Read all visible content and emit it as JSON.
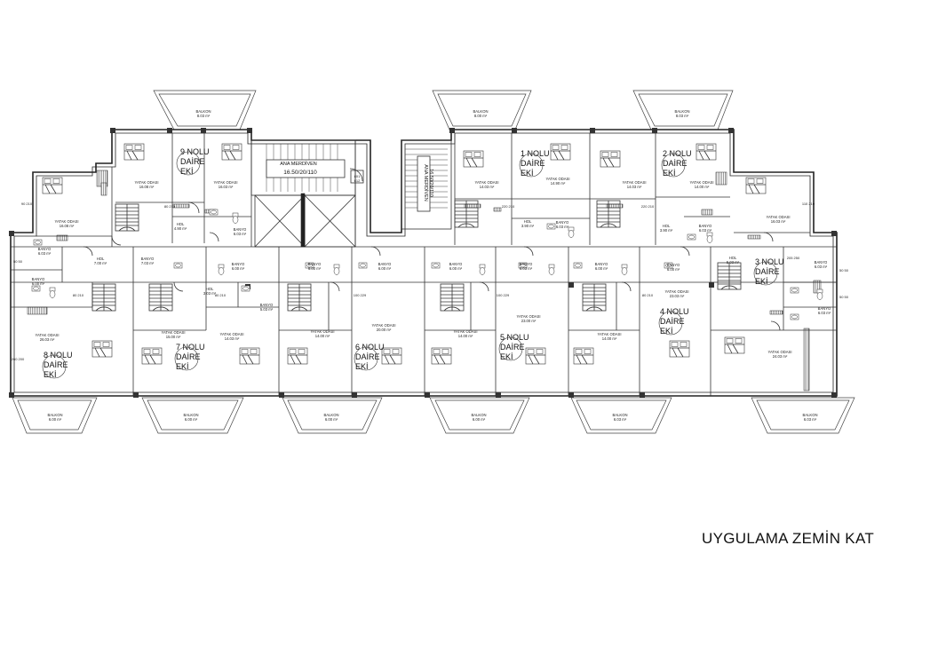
{
  "plan_title": "UYGULAMA ZEMİN KAT",
  "units": [
    {
      "id": "u9",
      "lines": [
        "9 NOLU",
        "DAİRE",
        "EKİ"
      ]
    },
    {
      "id": "u1",
      "lines": [
        "1 NOLU",
        "DAİRE",
        "EKİ"
      ]
    },
    {
      "id": "u2",
      "lines": [
        "2 NOLU",
        "DAİRE",
        "EKİ"
      ]
    },
    {
      "id": "u3",
      "lines": [
        "3 NOLU",
        "DAİRE",
        "EKİ"
      ]
    },
    {
      "id": "u4",
      "lines": [
        "4 NOLU",
        "DAİRE",
        "EKİ"
      ]
    },
    {
      "id": "u5",
      "lines": [
        "5 NOLU",
        "DAİRE",
        "EKİ"
      ]
    },
    {
      "id": "u6",
      "lines": [
        "6 NOLU",
        "DAİRE",
        "EKİ"
      ]
    },
    {
      "id": "u7",
      "lines": [
        "7 NOLU",
        "DAİRE",
        "EKİ"
      ]
    },
    {
      "id": "u8",
      "lines": [
        "8 NOLU",
        "DAİRE",
        "EKİ"
      ]
    }
  ],
  "stairs": {
    "main_label": "ANA MERDİVEN",
    "main_dims": "16.50/20/110",
    "secondary_label": "ANA MERDİVEN",
    "secondary_dims": "16.50/20/110"
  },
  "rooms": [
    {
      "name": "BALKON",
      "area": "8.03 m²"
    },
    {
      "name": "BALKON",
      "area": "8.00 m²"
    },
    {
      "name": "BALKON",
      "area": "8.03 m²"
    },
    {
      "name": "YATAK ODASI",
      "area": "16.08 m²"
    },
    {
      "name": "YATAK ODASI",
      "area": "16.03 m²"
    },
    {
      "name": "YATAK ODASI",
      "area": "14.03 m²"
    },
    {
      "name": "YATAK ODASI",
      "area": "14.90 m²"
    },
    {
      "name": "YATAK ODASI",
      "area": "14.03 m²"
    },
    {
      "name": "YATAK ODASI",
      "area": "14.00 m²"
    },
    {
      "name": "YATAK ODASI",
      "area": "16.08 m²"
    },
    {
      "name": "YATAK ODASI",
      "area": "16.03 m²"
    },
    {
      "name": "HOL",
      "area": "4.90 m²"
    },
    {
      "name": "HOL",
      "area": "3.90 m²"
    },
    {
      "name": "HOL",
      "area": "3.90 m²"
    },
    {
      "name": "BANYO",
      "area": "6.03 m²"
    },
    {
      "name": "BANYO",
      "area": "6.03 m²"
    },
    {
      "name": "BANYO",
      "area": "6.03 m²"
    },
    {
      "name": "BANYO",
      "area": "6.00 m²"
    },
    {
      "name": "BANYO",
      "area": "6.00 m²"
    },
    {
      "name": "BANYO",
      "area": "6.00 m²"
    },
    {
      "name": "BANYO",
      "area": "6.00 m²"
    },
    {
      "name": "BANYO",
      "area": "7.03 m²"
    },
    {
      "name": "BANYO",
      "area": "6.03 m²"
    },
    {
      "name": "BANYO",
      "area": "6.00 m²"
    },
    {
      "name": "BANYO",
      "area": "6.03 m²"
    },
    {
      "name": "BANYO",
      "area": "6.00 m²"
    },
    {
      "name": "BANYO",
      "area": "6.03 m²"
    },
    {
      "name": "BANYO",
      "area": "6.00 m²"
    },
    {
      "name": "HOL",
      "area": "7.00 m²"
    },
    {
      "name": "HOL",
      "area": "3.03 m²"
    },
    {
      "name": "HOL",
      "area": "5.03 m²"
    },
    {
      "name": "BANYO",
      "area": "5.03 m²"
    },
    {
      "name": "BANYO",
      "area": "6.03 m²"
    },
    {
      "name": "YATAK ODASI",
      "area": "15.00 m²"
    },
    {
      "name": "YATAK ODASI",
      "area": "14.03 m²"
    },
    {
      "name": "YATAK ODASI",
      "area": "14.00 m²"
    },
    {
      "name": "YATAK ODASI",
      "area": "20.00 m²"
    },
    {
      "name": "YATAK ODASI",
      "area": "14.00 m²"
    },
    {
      "name": "YATAK ODASI",
      "area": "23.00 m²"
    },
    {
      "name": "YATAK ODASI",
      "area": "14.00 m²"
    },
    {
      "name": "YATAK ODASI",
      "area": "23.03 m²"
    },
    {
      "name": "YATAK ODASI",
      "area": "26.03 m²"
    },
    {
      "name": "YATAK ODASI",
      "area": "24.03 m²"
    },
    {
      "name": "BALKON",
      "area": "6.00 m²"
    },
    {
      "name": "BALKON",
      "area": "6.00 m²"
    },
    {
      "name": "BALKON",
      "area": "6.00 m²"
    },
    {
      "name": "BALKON",
      "area": "6.00 m²"
    },
    {
      "name": "BALKON",
      "area": "6.03 m²"
    },
    {
      "name": "BALKON",
      "area": "6.03 m²"
    }
  ],
  "door_dims": [
    "90 210",
    "80 210",
    "220 210",
    "110 210",
    "50 50",
    "260 200",
    "205 250",
    "100 229"
  ]
}
